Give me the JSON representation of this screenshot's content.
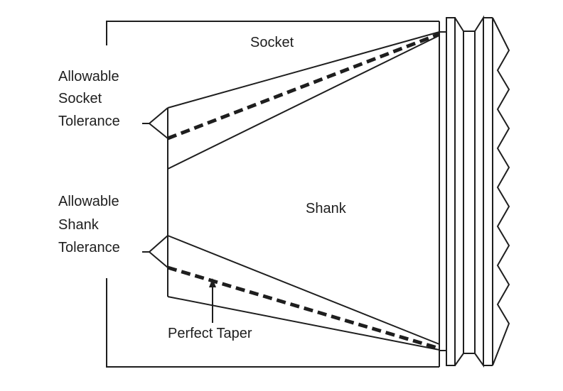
{
  "labels": {
    "socket": "Socket",
    "shank": "Shank",
    "socket_tolerance": [
      "Allowable",
      "Socket",
      "Tolerance"
    ],
    "shank_tolerance": [
      "Allowable",
      "Shank",
      "Tolerance"
    ],
    "perfect_taper": "Perfect Taper"
  },
  "colors": {
    "line": "#1e1e1e",
    "background": "#ffffff"
  }
}
